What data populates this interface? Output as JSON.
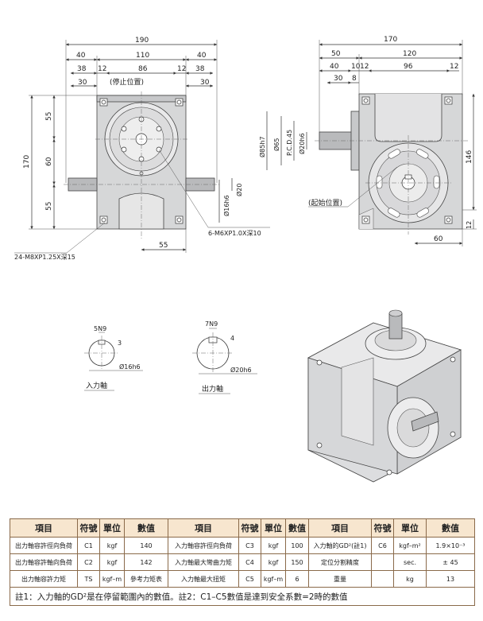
{
  "front_view": {
    "dims_top": [
      "190",
      "40",
      "110",
      "40",
      "38",
      "12",
      "86",
      "12",
      "38",
      "30",
      "30"
    ],
    "stop_label": "(停止位置)",
    "dims_left": [
      "55",
      "60",
      "55",
      "170"
    ],
    "dim_bottom": "55",
    "shaft_dims": [
      "Ø20",
      "Ø16h6"
    ],
    "note_tap": "6-M6XP1.0X深10",
    "note_base": "24-M8XP1.25X深15"
  },
  "side_view": {
    "dims_top": [
      "170",
      "50",
      "120",
      "40",
      "10",
      "12",
      "96",
      "12",
      "30",
      "8"
    ],
    "dims_left": [
      "Ø85h7",
      "Ø65",
      "P.C.D.45",
      "Ø20h6"
    ],
    "start_label": "(起始位置)",
    "dims_right": [
      "146",
      "12"
    ],
    "dim_bottom": "60"
  },
  "keyway": {
    "input": {
      "width": "5N9",
      "depth": "3",
      "dia": "Ø16h6",
      "caption": "入力軸"
    },
    "output": {
      "width": "7N9",
      "depth": "4",
      "dia": "Ø20h6",
      "caption": "出力軸"
    }
  },
  "table": {
    "headers": [
      "項目",
      "符號",
      "單位",
      "數值",
      "項目",
      "符號",
      "單位",
      "數值",
      "項目",
      "符號",
      "單位",
      "數值"
    ],
    "rows": [
      [
        "出力軸容許徑向負荷",
        "C1",
        "kgf",
        "140",
        "入力軸容許徑向負荷",
        "C3",
        "kgf",
        "100",
        "入力軸的GD²(註1)",
        "C6",
        "kgf–m²",
        "1.9×10⁻³"
      ],
      [
        "出力軸容許軸向負荷",
        "C2",
        "kgf",
        "142",
        "入力軸最大彎曲力矩",
        "C4",
        "kgf",
        "150",
        "定位分割精度",
        "",
        "sec.",
        "± 45"
      ],
      [
        "出力軸容許力矩",
        "TS",
        "kgf–m",
        "參考力矩表",
        "入力軸最大扭矩",
        "C5",
        "kgf–m",
        "6",
        "重量",
        "",
        "kg",
        "13"
      ]
    ],
    "note": "註1：入力軸的GD²是在停留範圍內的數值。註2：C1–C5數值是達到安全系數=2時的數值"
  }
}
